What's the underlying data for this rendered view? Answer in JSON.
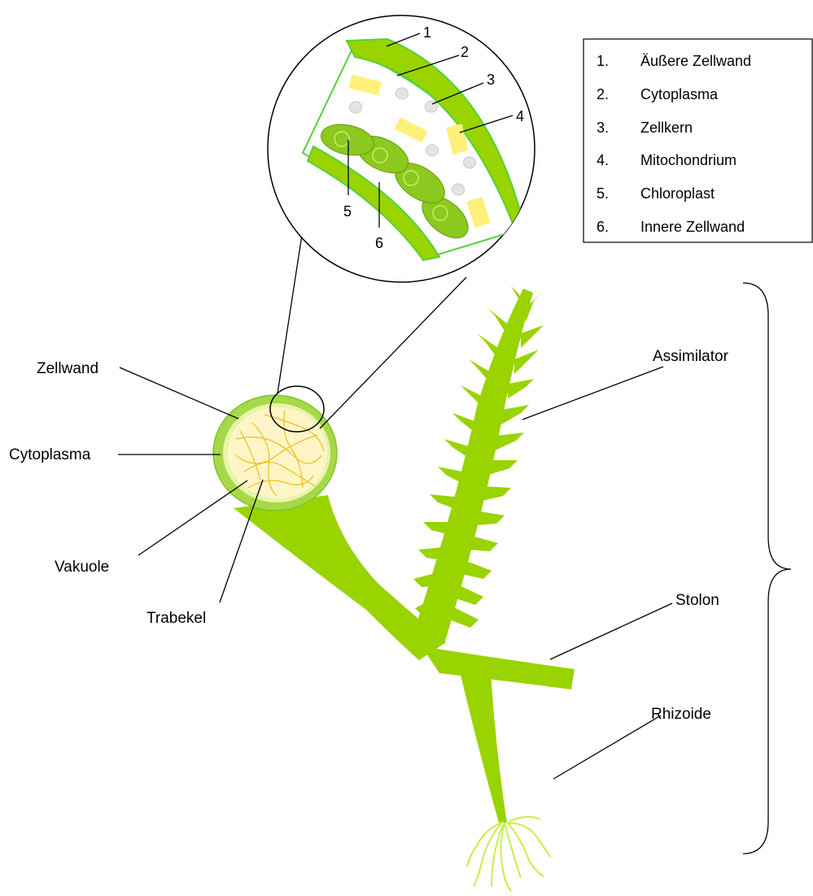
{
  "colors": {
    "plant_green": "#99d300",
    "cell_wall": "#a6d84a",
    "wall_outline": "#55d13a",
    "chloroplast": "#8cc81e",
    "mitochondrion": "#fff07a",
    "nucleus": "#e4e4e4",
    "vacuole": "#fff5c6",
    "trabekel": "#f0bd1e"
  },
  "legend": {
    "items": [
      {
        "num": "1.",
        "label": "Äußere Zellwand"
      },
      {
        "num": "2.",
        "label": "Cytoplasma"
      },
      {
        "num": "3.",
        "label": "Zellkern"
      },
      {
        "num": "4.",
        "label": "Mitochondrium"
      },
      {
        "num": "5.",
        "label": "Chloroplast"
      },
      {
        "num": "6.",
        "label": "Innere Zellwand"
      }
    ]
  },
  "zoom_numbers": [
    "1",
    "2",
    "3",
    "4",
    "5",
    "6"
  ],
  "cross_section_labels": {
    "zellwand": "Zellwand",
    "cytoplasma": "Cytoplasma",
    "vakuole": "Vakuole",
    "trabekel": "Trabekel"
  },
  "plant_labels": {
    "assimilator": "Assimilator",
    "stolon": "Stolon",
    "rhizoide": "Rhizoide"
  }
}
